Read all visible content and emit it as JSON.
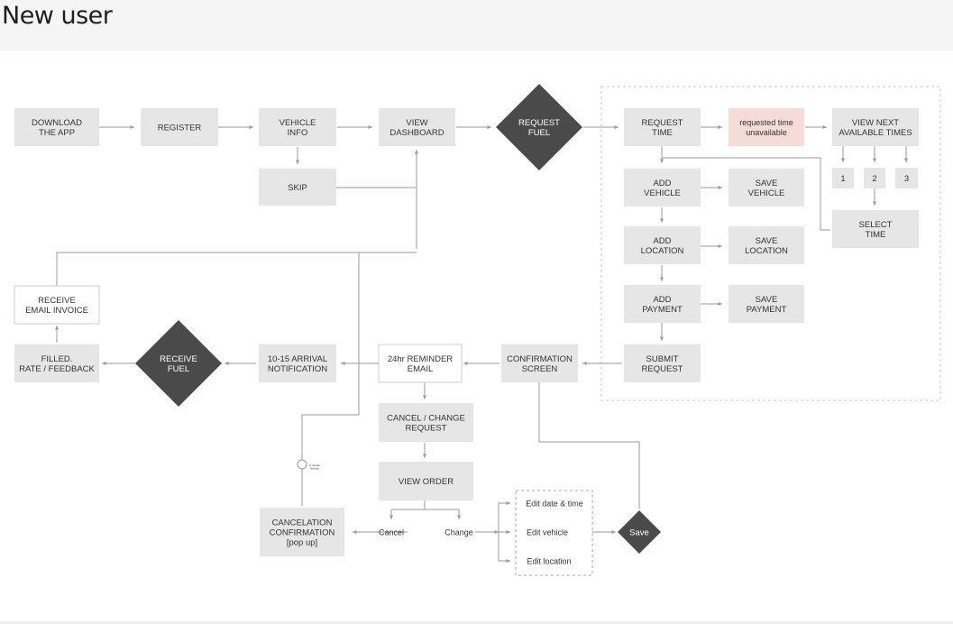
{
  "page": {
    "title": "New user"
  },
  "nodes": {
    "download": [
      "DOWNLOAD",
      "THE APP"
    ],
    "register": [
      "REGISTER"
    ],
    "vehicle_info": [
      "VEHICLE",
      "INFO"
    ],
    "skip": [
      "SKIP"
    ],
    "view_dashboard": [
      "VIEW",
      "DASHBOARD"
    ],
    "request_fuel": [
      "REQUEST",
      "FUEL"
    ],
    "request_time": [
      "REQUEST",
      "TIME"
    ],
    "requested_unavailable": [
      "requested time",
      "unavailable"
    ],
    "view_next_times": [
      "VIEW NEXT",
      "AVAILABLE TIMES"
    ],
    "opt1": [
      "1"
    ],
    "opt2": [
      "2"
    ],
    "opt3": [
      "3"
    ],
    "select_time": [
      "SELECT",
      "TIME"
    ],
    "add_vehicle": [
      "ADD",
      "VEHICLE"
    ],
    "save_vehicle": [
      "SAVE",
      "VEHICLE"
    ],
    "add_location": [
      "ADD",
      "LOCATION"
    ],
    "save_location": [
      "SAVE",
      "LOCATION"
    ],
    "add_payment": [
      "ADD",
      "PAYMENT"
    ],
    "save_payment": [
      "SAVE",
      "PAYMENT"
    ],
    "submit_request": [
      "SUBMIT",
      "REQUEST"
    ],
    "confirmation_screen": [
      "CONFIRMATION",
      "SCREEN"
    ],
    "reminder_email": [
      "24hr REMINDER",
      "EMAIL"
    ],
    "arrival_notification": [
      "10-15 ARRIVAL",
      "NOTIFICATION"
    ],
    "receive_fuel": [
      "RECEIVE",
      "FUEL"
    ],
    "filled_feedback": [
      "FILLED.",
      "RATE / FEEDBACK"
    ],
    "receive_invoice": [
      "RECEIVE",
      "EMAIL INVOICE"
    ],
    "cancel_change": [
      "CANCEL / CHANGE",
      "REQUEST"
    ],
    "view_order": [
      "VIEW ORDER"
    ],
    "cancel": [
      "Cancel"
    ],
    "change": [
      "Change"
    ],
    "cancel_confirmation": [
      "CANCELATION",
      "CONFIRMATION",
      "[pop up]"
    ],
    "edit_date": [
      "Edit date & time"
    ],
    "edit_vehicle": [
      "Edit vehicle"
    ],
    "edit_location": [
      "Edit location"
    ],
    "save": [
      "Save"
    ],
    "small_note": [
      "in vacant",
      "timeout"
    ]
  },
  "colors": {
    "box": "#e6e6e6",
    "diamond": "#4a4a4a",
    "highlight": "#f5dcd9",
    "line": "#9a9a9a",
    "dashed": "#c8c8c8"
  }
}
